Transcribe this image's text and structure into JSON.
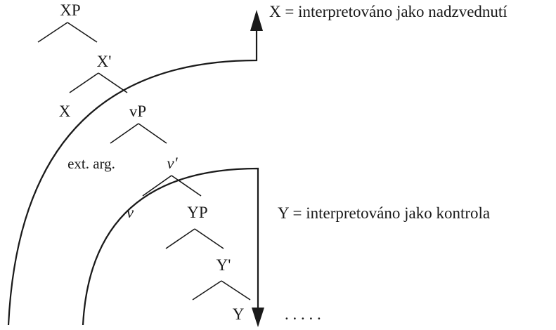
{
  "nodes": {
    "xp": "XP",
    "x_bar": "X'",
    "x_head": "X",
    "vp": "vP",
    "ext_arg": "ext. arg.",
    "v_bar": "v'",
    "v_head": "v",
    "yp": "YP",
    "y_bar": "Y'",
    "y_head": "Y"
  },
  "ellipsis": ". . . . .",
  "annotations": {
    "x_interpretation": "X = interpretováno jako nadzvednutí",
    "y_interpretation": "Y = interpretováno jako kontrola"
  }
}
